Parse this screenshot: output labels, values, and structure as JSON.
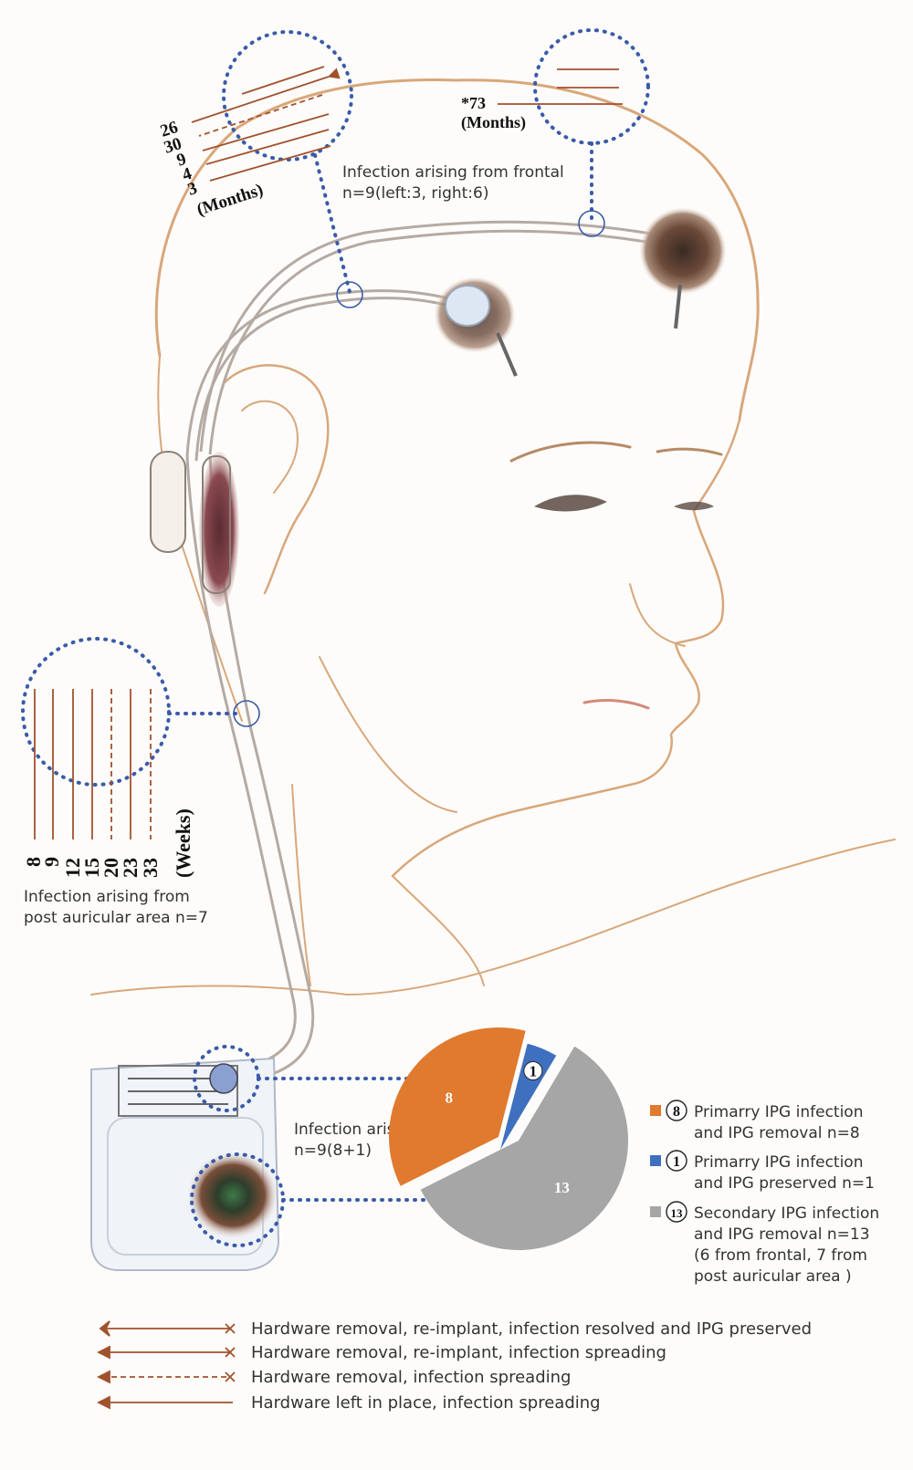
{
  "frontal": {
    "label_line1": "Infection arising from frontal",
    "label_line2": "n=9(left:3, right:6)",
    "left_values": [
      "26",
      "30",
      "9",
      "4",
      "3"
    ],
    "left_unit": "(Months)",
    "right_value": "*73",
    "right_unit": "(Months)"
  },
  "postauricular": {
    "values": [
      "8",
      "9",
      "12",
      "15",
      "20",
      "23",
      "33"
    ],
    "unit": "(Weeks)",
    "label_line1": "Infection arising from",
    "label_line2": "post auricular area n=7"
  },
  "ipg": {
    "label_line1": "Infection arising from IPG",
    "label_line2": "n=9(8+1)"
  },
  "chart_data": {
    "type": "pie",
    "slices": [
      {
        "label": "8",
        "value": 8,
        "color": "#e07a2e"
      },
      {
        "label": "1",
        "value": 1,
        "color": "#3f6fbf"
      },
      {
        "label": "13",
        "value": 13,
        "color": "#a6a6a6"
      }
    ]
  },
  "pie_legend": [
    {
      "num": "8",
      "color": "#e07a2e",
      "line1": "Primarry IPG  infection",
      "line2": "and IPG removal n=8"
    },
    {
      "num": "1",
      "color": "#3f6fbf",
      "line1": "Primarry IPG  infection",
      "line2": "and IPG preserved n=1"
    },
    {
      "num": "13",
      "color": "#a6a6a6",
      "line1": "Secondary IPG  infection",
      "line2": "and IPG removal n=13",
      "line3": "(6  from  frontal,  7  from",
      "line4": "post auricular area )"
    }
  ],
  "arrow_legend": [
    {
      "text": "Hardware removal, re-implant, infection resolved and IPG preserved"
    },
    {
      "text": "Hardware removal, re-implant, infection spreading"
    },
    {
      "text": "Hardware removal, infection spreading"
    },
    {
      "text": "Hardware left in place, infection spreading"
    }
  ],
  "colors": {
    "arrow": "#a0522d",
    "dots": "#3a5ba8",
    "skin_outline": "#d9a77a"
  }
}
